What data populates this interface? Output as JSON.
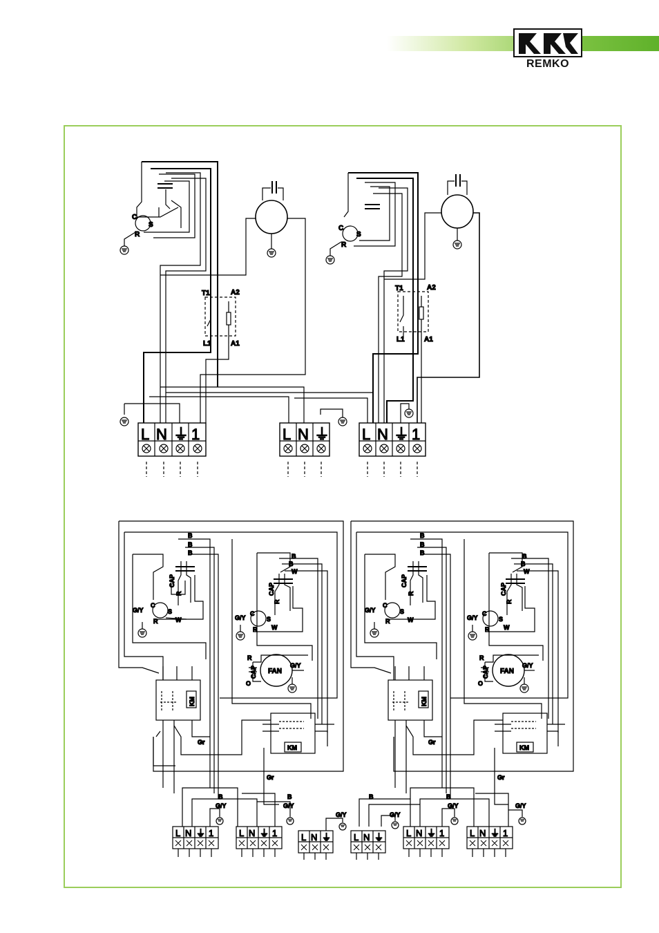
{
  "brand": {
    "name": "REMKO",
    "accent": "#7cc242",
    "frame_color": "#9acd5a"
  },
  "top": {
    "comp_a": {
      "c": "C",
      "s": "S",
      "r": "R"
    },
    "comp_b": {
      "c": "C",
      "s": "S",
      "r": "R"
    },
    "relay_a": {
      "t1": "T1",
      "a2": "A2",
      "l1": "L1",
      "a1": "A1"
    },
    "relay_b": {
      "t1": "T1",
      "a2": "A2",
      "l1": "L1",
      "a1": "A1"
    },
    "strip_a": [
      "L",
      "N",
      "⏚",
      "1"
    ],
    "strip_b": [
      "L",
      "N",
      "⏚"
    ],
    "strip_c": [
      "L",
      "N",
      "⏚",
      "1"
    ]
  },
  "bottom": {
    "left": {
      "b1": "B",
      "b2": "B",
      "b3": "B",
      "cap1": "CAP",
      "r1": "R",
      "gy1": "G/Y",
      "c1": "C",
      "s1": "S",
      "rr1": "R",
      "w1": "W",
      "b4": "B",
      "b5": "B",
      "w2": "W",
      "cap2": "CAP",
      "r2": "R",
      "gy2": "G/Y",
      "c2": "C",
      "s2": "S",
      "rr2": "R",
      "w3": "W",
      "fan_r": "R",
      "fan_cap": "CAP",
      "fan": "FAN",
      "fan_gy": "G/Y",
      "fan_o": "O",
      "km1": "KM",
      "km2": "KM",
      "gr1": "Gr",
      "gr2": "Gr",
      "b6": "B",
      "gy3": "G/Y",
      "b7": "B",
      "gy4": "G/Y"
    },
    "right": {
      "b1": "B",
      "b2": "B",
      "b3": "B",
      "cap1": "CAP",
      "r1": "R",
      "gy1": "G/Y",
      "c1": "C",
      "s1": "S",
      "rr1": "R",
      "w1": "W",
      "b4": "B",
      "b5": "B",
      "w2": "W",
      "cap2": "CAP",
      "r2": "R",
      "gy2": "G/Y",
      "c2": "C",
      "s2": "S",
      "rr2": "R",
      "w3": "W",
      "fan_r": "R",
      "fan_cap": "CAP",
      "fan": "FAN",
      "fan_gy": "G/Y",
      "fan_o": "O",
      "km1": "KM",
      "km2": "KM",
      "gr1": "Gr",
      "gr2": "Gr",
      "b6": "B",
      "gy3": "G/Y",
      "b7": "B",
      "gy4": "G/Y",
      "gy5": "G/Y"
    },
    "mid_gy": "G/Y",
    "strip_1": [
      "L",
      "N",
      "⏚",
      "1"
    ],
    "strip_2": [
      "L",
      "N",
      "⏚",
      "1"
    ],
    "strip_3": [
      "L",
      "N",
      "⏚"
    ],
    "strip_4": [
      "L",
      "N",
      "⏚"
    ],
    "strip_5": [
      "L",
      "N",
      "⏚",
      "1"
    ],
    "strip_6": [
      "L",
      "N",
      "⏚",
      "1"
    ]
  }
}
